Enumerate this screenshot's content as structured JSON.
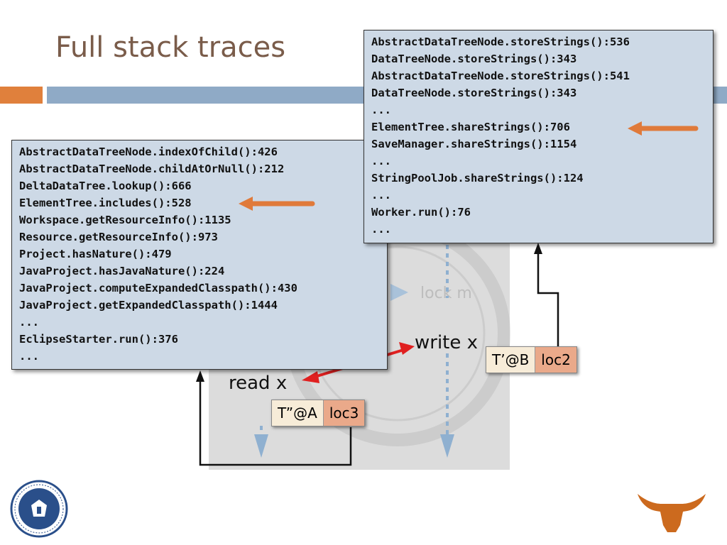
{
  "slide": {
    "title": "Full stack traces"
  },
  "left_trace": {
    "lines": [
      "AbstractDataTreeNode.indexOfChild():426",
      "AbstractDataTreeNode.childAtOrNull():212",
      "DeltaDataTree.lookup():666",
      "ElementTree.includes():528",
      "Workspace.getResourceInfo():1135",
      "Resource.getResourceInfo():973",
      "Project.hasNature():479",
      "JavaProject.hasJavaNature():224",
      "JavaProject.computeExpandedClasspath():430",
      "JavaProject.getExpandedClasspath():1444",
      "...",
      "EclipseStarter.run():376",
      "..."
    ]
  },
  "right_trace": {
    "lines": [
      "AbstractDataTreeNode.storeStrings():536",
      "DataTreeNode.storeStrings():343",
      "AbstractDataTreeNode.storeStrings():541",
      "DataTreeNode.storeStrings():343",
      "...",
      "ElementTree.shareStrings():706",
      "SaveManager.shareStrings():1154",
      "...",
      "StringPoolJob.shareStrings():124",
      "...",
      "Worker.run():76",
      "..."
    ]
  },
  "diagram": {
    "read_label": "read x",
    "write_label": "write x",
    "faded_label": "lock m",
    "read_tag": {
      "thread": "T”@A",
      "loc": "loc3"
    },
    "write_tag": {
      "thread": "T’@B",
      "loc": "loc2"
    }
  },
  "colors": {
    "title": "#7a5c4a",
    "accent_orange": "#e0803c",
    "accent_blue": "#8faac6",
    "code_box_bg": "#cdd9e6",
    "race_arrow": "#e02020",
    "pointer_arrow": "#e07a3a",
    "thread_arrow": "#8fb0d0"
  },
  "logos": {
    "left": "university-seal-logo",
    "right": "longhorn-logo"
  }
}
